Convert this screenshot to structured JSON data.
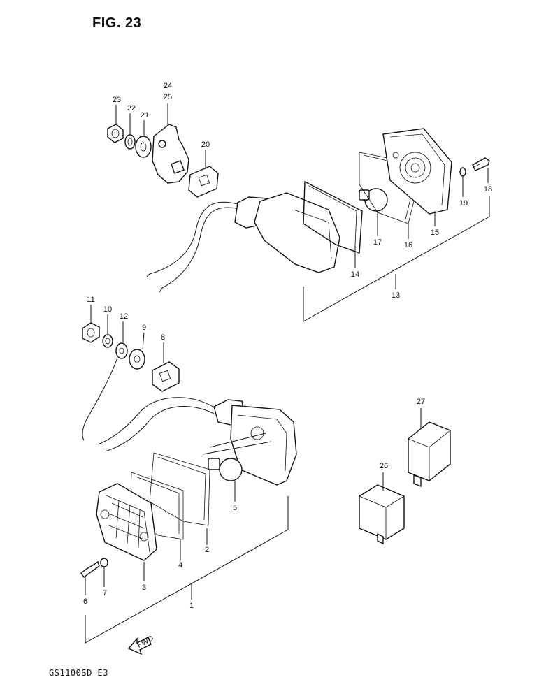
{
  "figure": {
    "title": "FIG. 23",
    "model": "GS1100SD  E3",
    "fwd_label": "FWD"
  },
  "callouts": {
    "c1": "1",
    "c2": "2",
    "c3": "3",
    "c4": "4",
    "c5": "5",
    "c6": "6",
    "c7": "7",
    "c8": "8",
    "c9": "9",
    "c10": "10",
    "c11": "11",
    "c12": "12",
    "c13": "13",
    "c14": "14",
    "c15": "15",
    "c16": "16",
    "c17": "17",
    "c18": "18",
    "c19": "19",
    "c20": "20",
    "c21": "21",
    "c22": "22",
    "c23": "23",
    "c24": "24",
    "c25": "25",
    "c26": "26",
    "c27": "27"
  }
}
